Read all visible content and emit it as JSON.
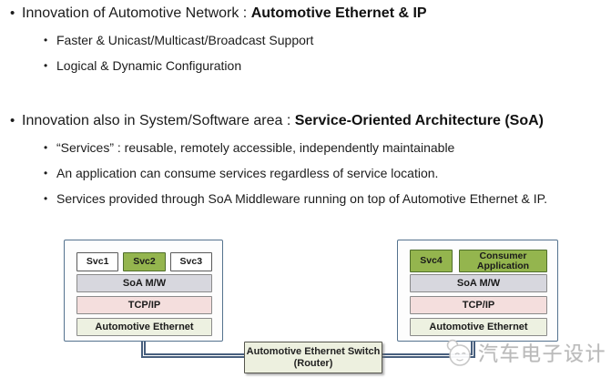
{
  "ui": {
    "bullet": "•"
  },
  "bullets": [
    {
      "normal": "Innovation of Automotive Network : ",
      "bold": "Automotive Ethernet & IP",
      "subs": [
        "Faster & Unicast/Multicast/Broadcast Support",
        "Logical & Dynamic Configuration"
      ]
    },
    {
      "normal": "Innovation also in System/Software area : ",
      "bold": "Service-Oriented Architecture (SoA)",
      "subs": [
        "“Services” : reusable, remotely accessible, independently maintainable",
        "An application can consume services regardless of service location.",
        "Services provided through SoA Middleware running on top of Automotive Ethernet & IP."
      ]
    }
  ],
  "diagram": {
    "left": {
      "services": [
        {
          "label": "Svc1",
          "highlight": false
        },
        {
          "label": "Svc2",
          "highlight": true
        },
        {
          "label": "Svc3",
          "highlight": false
        }
      ],
      "layers": [
        "SoA M/W",
        "TCP/IP",
        "Automotive Ethernet"
      ]
    },
    "right": {
      "services": [
        {
          "label": "Svc4",
          "highlight": true
        },
        {
          "label": "Consumer Application",
          "highlight": true
        }
      ],
      "layers": [
        "SoA M/W",
        "TCP/IP",
        "Automotive Ethernet"
      ]
    },
    "switch": {
      "line1": "Automotive Ethernet Switch",
      "line2": "(Router)"
    }
  },
  "watermark": {
    "text": "汽车电子设计"
  },
  "colors": {
    "service_green": "#94B54E",
    "service_green_border": "#4F6D2C",
    "soa_layer": "#D7D7DE",
    "tcp_layer": "#F4DEDD",
    "ethernet_layer": "#EDF1E1",
    "node_border": "#54728E",
    "connector": "#485F7E",
    "watermark_gray": "#B7B7B7"
  }
}
